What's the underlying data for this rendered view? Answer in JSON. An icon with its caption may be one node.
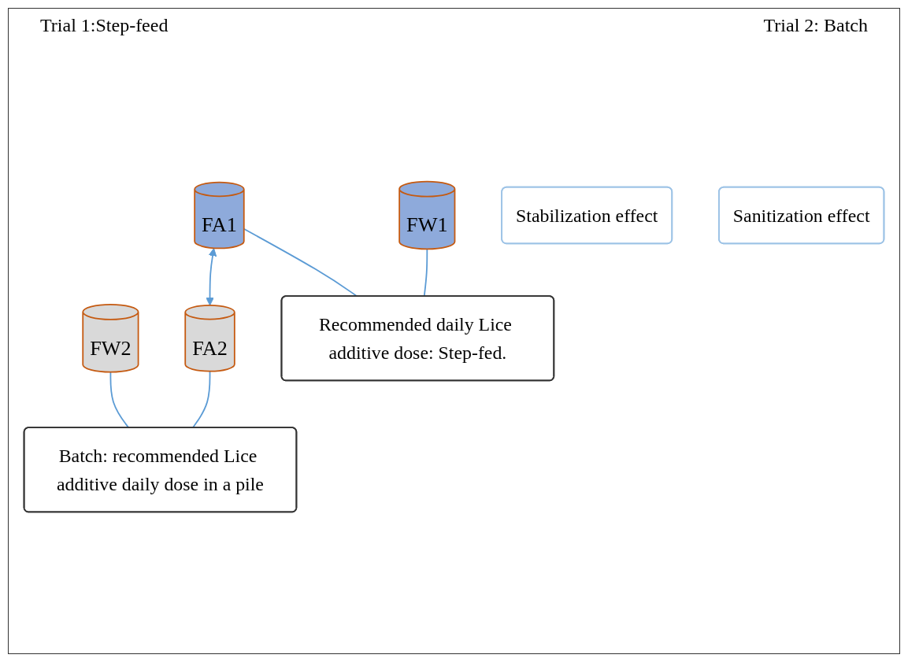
{
  "diagram": {
    "nodes": [
      {
        "text": [
          "FW1"
        ]
      },
      {
        "text": [
          "FA1"
        ]
      },
      {
        "text": [
          "FA2"
        ]
      },
      {
        "text": [
          "FW2"
        ]
      },
      {
        "text": [
          "Stabilization effect"
        ]
      },
      {
        "text": [
          "Recommended daily Lice additive dose: Step-fed."
        ]
      },
      {
        "text": [
          "Batch: recommended Lice additive daily dose in a pile"
        ]
      },
      {
        "text": [
          "Sanitization effect"
        ]
      }
    ],
    "edges": [
      {
        "from": 1,
        "to": 2,
        "arrow": "both"
      },
      {
        "from": 0,
        "to": 5,
        "arrow": "none"
      },
      {
        "from": 1,
        "to": 5,
        "arrow": "none"
      },
      {
        "from": 2,
        "to": 6,
        "arrow": "none"
      },
      {
        "from": 3,
        "to": 6,
        "arrow": "none"
      }
    ],
    "labels": [
      "Trial 1:Step-feed",
      "Trial 2: Batch"
    ]
  }
}
